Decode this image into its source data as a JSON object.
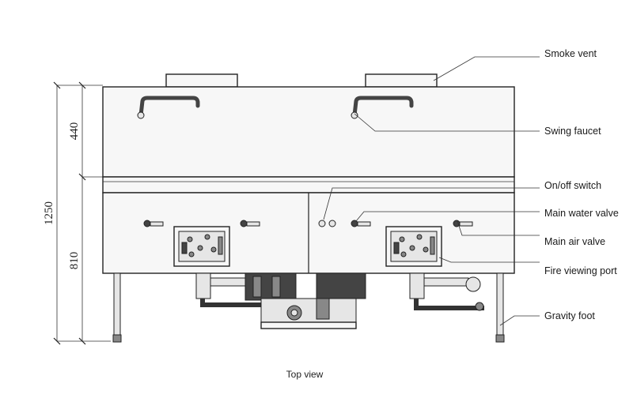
{
  "labels": {
    "smoke_vent": "Smoke vent",
    "swing_faucet": "Swing faucet",
    "onoff_switch": "On/off switch",
    "main_water_valve": "Main water valve",
    "main_air_valve": "Main air valve",
    "fire_viewing_port": "Fire viewing port",
    "gravity_foot": "Gravity foot"
  },
  "dimensions": {
    "upper": "440",
    "lower": "810",
    "total": "1250"
  },
  "caption": "Top view"
}
